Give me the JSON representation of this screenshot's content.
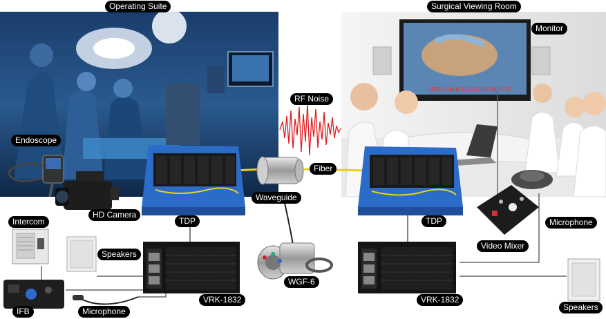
{
  "labels": {
    "operating_suite": "Operating Suite",
    "surgical_viewing_room": "Surgical Viewing Room",
    "monitor": "Monitor",
    "rf_noise": "RF Noise",
    "endoscope": "Endoscope",
    "fiber": "Fiber",
    "waveguide": "Waveguide",
    "hd_camera": "HD Camera",
    "tdp_left": "TDP",
    "tdp_right": "TDP",
    "intercom": "Intercom",
    "speakers_left": "Speakers",
    "speakers_right": "Speakers",
    "microphone_left": "Microphone",
    "microphone_right": "Microphone",
    "video_mixer": "Video Mixer",
    "wgf6": "WGF-6",
    "vrk_left": "VRK-1832",
    "vrk_right": "VRK-1832",
    "ifb": "IFB"
  },
  "monitor_overlay": "OR3 CAM B  11:21:2013  09:13:33"
}
